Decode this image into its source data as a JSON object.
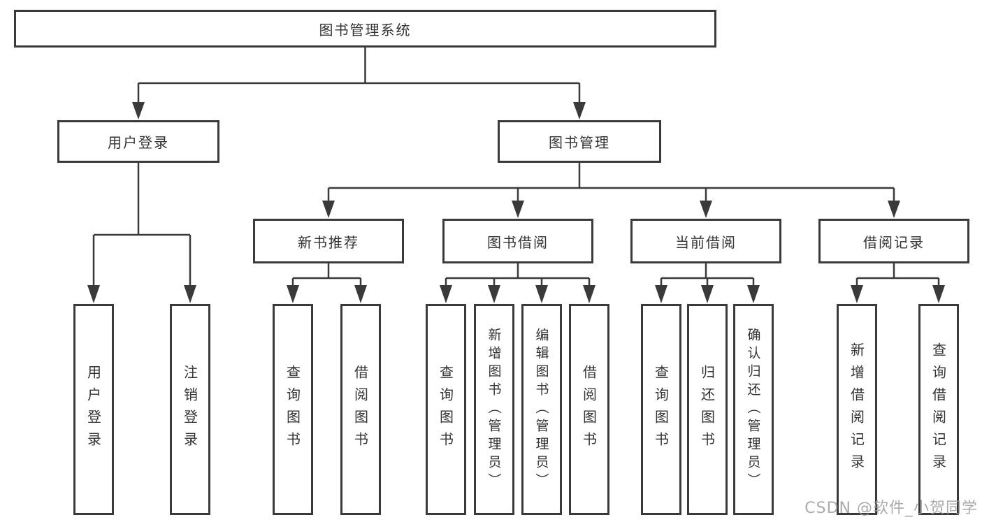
{
  "diagram": {
    "title": "图书管理系统",
    "nodes": {
      "root": {
        "id": "library-management-system",
        "label": "图书管理系统"
      },
      "level2": [
        {
          "id": "user-login",
          "label": "用户登录",
          "parent": "library-management-system"
        },
        {
          "id": "book-management",
          "label": "图书管理",
          "parent": "library-management-system"
        }
      ],
      "level3": [
        {
          "id": "new-book-recommend",
          "label": "新书推荐",
          "parent": "book-management"
        },
        {
          "id": "book-borrowing",
          "label": "图书借阅",
          "parent": "book-management"
        },
        {
          "id": "current-borrowing",
          "label": "当前借阅",
          "parent": "book-management"
        },
        {
          "id": "borrowing-records",
          "label": "借阅记录",
          "parent": "book-management"
        }
      ],
      "leaves": [
        {
          "id": "user-login-action",
          "label": "用户登录",
          "parent": "user-login"
        },
        {
          "id": "logout-action",
          "label": "注销登录",
          "parent": "user-login"
        },
        {
          "id": "query-books-recommend",
          "label": "查询图书",
          "parent": "new-book-recommend"
        },
        {
          "id": "borrow-books-recommend",
          "label": "借阅图书",
          "parent": "new-book-recommend"
        },
        {
          "id": "query-books-borrowing",
          "label": "查询图书",
          "parent": "book-borrowing"
        },
        {
          "id": "add-books-admin",
          "label": "新增图书（管理员）",
          "parent": "book-borrowing"
        },
        {
          "id": "edit-books-admin",
          "label": "编辑图书（管理员）",
          "parent": "book-borrowing"
        },
        {
          "id": "borrow-books-borrowing",
          "label": "借阅图书",
          "parent": "book-borrowing"
        },
        {
          "id": "query-books-current",
          "label": "查询图书",
          "parent": "current-borrowing"
        },
        {
          "id": "return-books",
          "label": "归还图书",
          "parent": "current-borrowing"
        },
        {
          "id": "confirm-return-admin",
          "label": "确认归还（管理员）",
          "parent": "current-borrowing"
        },
        {
          "id": "add-borrow-record",
          "label": "新增借阅记录",
          "parent": "borrowing-records"
        },
        {
          "id": "query-borrow-record",
          "label": "查询借阅记录",
          "parent": "borrowing-records"
        }
      ]
    },
    "colors": {
      "line": "#3a3a3a",
      "box_border": "#3a3a3a",
      "text": "#333333",
      "box_background": "#ffffff",
      "watermark": "#9c9c9c"
    }
  },
  "watermark": {
    "text": "CSDN @软件_小贺同学"
  }
}
